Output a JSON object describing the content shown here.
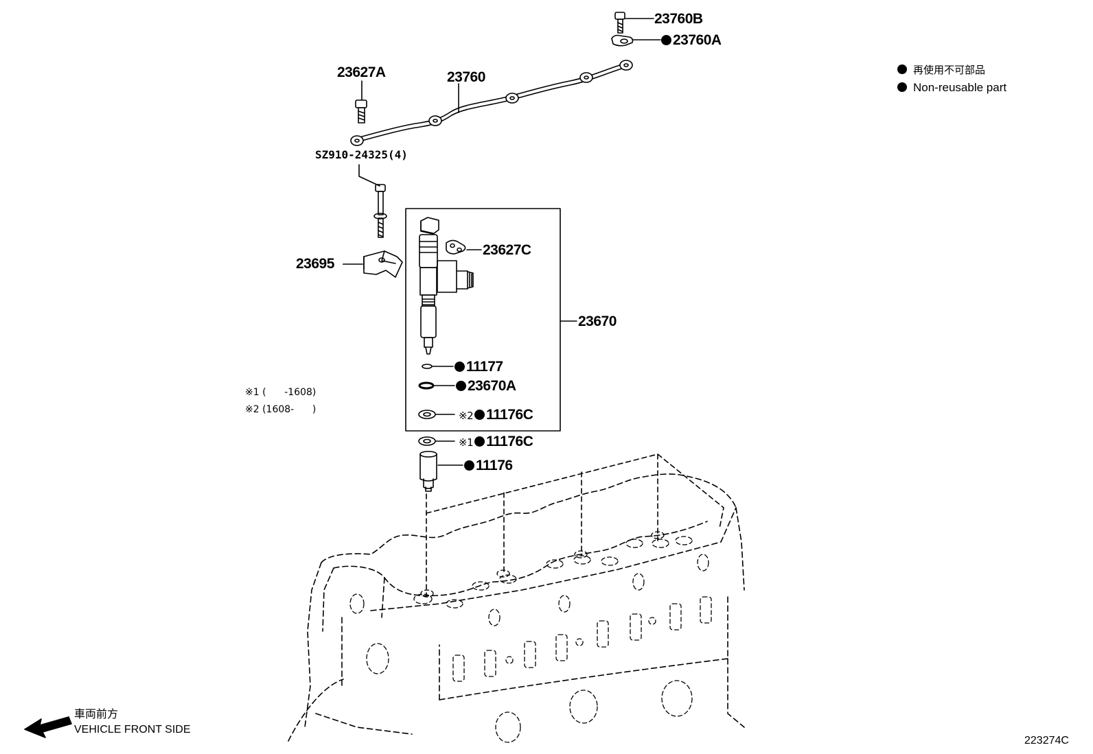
{
  "parts": {
    "p23760B": "23760B",
    "p23760A": "23760A",
    "p23627A": "23627A",
    "p23760": "23760",
    "pSZ910": "SZ910-24325(4)",
    "p23627C": "23627C",
    "p23695": "23695",
    "p23670": "23670",
    "p11177": "11177",
    "p23670A": "23670A",
    "p11176C_2": "11176C",
    "p11176C_1": "11176C",
    "p11176": "11176"
  },
  "marks": {
    "ref1": "※1",
    "ref2": "※2"
  },
  "notes": {
    "note1": "※1 (      -1608)",
    "note2": "※2 (1608-      )"
  },
  "legend": {
    "jp": "再使用不可部品",
    "en": "Non-reusable part"
  },
  "direction": {
    "jp": "車両前方",
    "en": "VEHICLE FRONT SIDE"
  },
  "diagram_code": "223274C",
  "colors": {
    "ink": "#000000",
    "background": "#ffffff"
  }
}
